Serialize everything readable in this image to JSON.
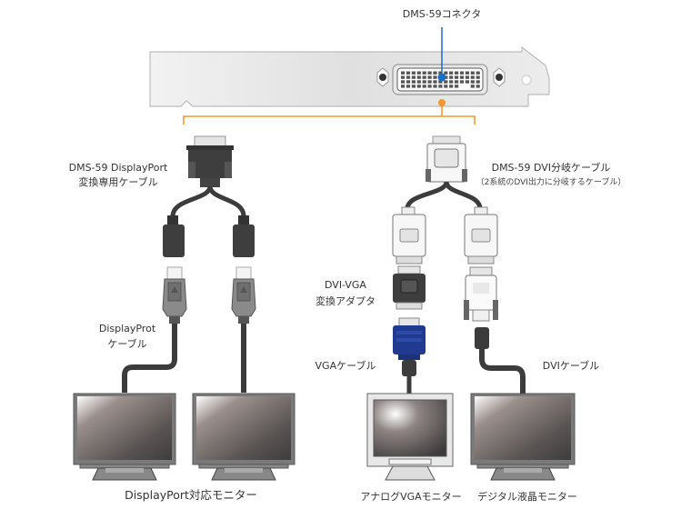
{
  "diagram": {
    "title": "DMS-59 connection diagram",
    "colors": {
      "accent_orange": "#f39a2c",
      "pointer_blue": "#1a6fc4",
      "cable_dark": "#3c3c3c",
      "vga_blue": "#1f3a8f",
      "bracket_gray": "#e3e3e3"
    },
    "labels": {
      "connector": "DMS-59コネクタ",
      "dp_cable_line1": "DMS-59 DisplayPort",
      "dp_cable_line2": "変換専用ケーブル",
      "dvi_split_line1": "DMS-59 DVI分岐ケーブル",
      "dvi_split_line2": "（2系統のDVI出力に分岐するケーブル）",
      "dvi_vga_adapter_line1": "DVI-VGA",
      "dvi_vga_adapter_line2": "変換アダプタ",
      "dp_cable_short_line1": "DisplayProt",
      "dp_cable_short_line2": "ケーブル",
      "vga_cable": "VGAケーブル",
      "dvi_cable": "DVIケーブル",
      "dp_monitors": "DisplayPort対応モニター",
      "vga_monitor": "アナログVGAモニター",
      "lcd_monitor": "デジタル液晶モニター"
    }
  }
}
